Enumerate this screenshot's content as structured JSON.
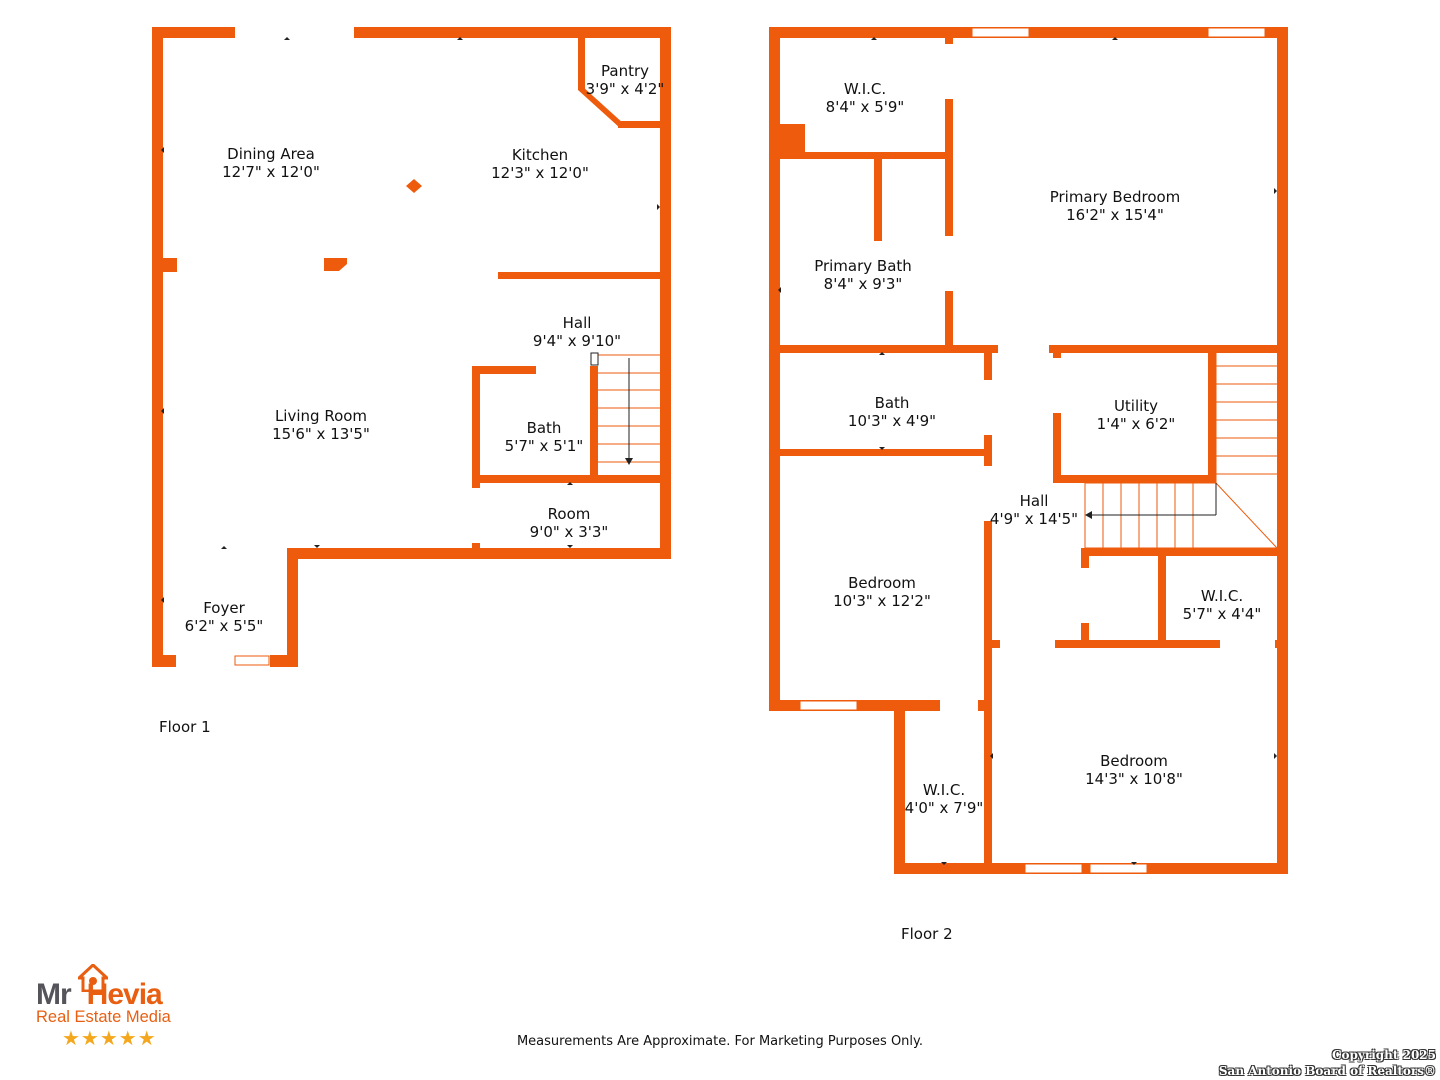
{
  "floors": [
    {
      "label": "Floor 1",
      "rooms": [
        {
          "name": "Dining Area",
          "size": "12'7\" x 12'0\""
        },
        {
          "name": "Kitchen",
          "size": "12'3\" x 12'0\""
        },
        {
          "name": "Pantry",
          "size": "3'9\" x 4'2\""
        },
        {
          "name": "Hall",
          "size": "9'4\" x 9'10\""
        },
        {
          "name": "Living Room",
          "size": "15'6\" x 13'5\""
        },
        {
          "name": "Bath",
          "size": "5'7\" x 5'1\""
        },
        {
          "name": "Room",
          "size": "9'0\" x 3'3\""
        },
        {
          "name": "Foyer",
          "size": "6'2\" x 5'5\""
        }
      ]
    },
    {
      "label": "Floor 2",
      "rooms": [
        {
          "name": "W.I.C.",
          "size": "8'4\" x 5'9\""
        },
        {
          "name": "Primary Bedroom",
          "size": "16'2\" x 15'4\""
        },
        {
          "name": "Primary Bath",
          "size": "8'4\" x 9'3\""
        },
        {
          "name": "Bath",
          "size": "10'3\" x 4'9\""
        },
        {
          "name": "Utility",
          "size": "1'4\" x 6'2\""
        },
        {
          "name": "Hall",
          "size": "4'9\" x 14'5\""
        },
        {
          "name": "Bedroom",
          "size": "10'3\" x 12'2\""
        },
        {
          "name": "W.I.C.",
          "size": "5'7\" x 4'4\""
        },
        {
          "name": "W.I.C.",
          "size": "4'0\" x 7'9\""
        },
        {
          "name": "Bedroom",
          "size": "14'3\" x 10'8\""
        }
      ]
    }
  ],
  "disclaimer": "Measurements Are Approximate. For Marketing Purposes Only.",
  "copyright": [
    "Copyright 2025",
    "San Antonio Board of Realtors®"
  ],
  "logo": {
    "name_left": "Mr",
    "name_right": "Hevia",
    "tagline": "Real Estate Media",
    "stars": "★★★★★",
    "icon": "house-camera-icon"
  },
  "colors": {
    "wall": "#ee5b0c",
    "star": "#f4a71d",
    "logo_gray": "#55545a"
  }
}
